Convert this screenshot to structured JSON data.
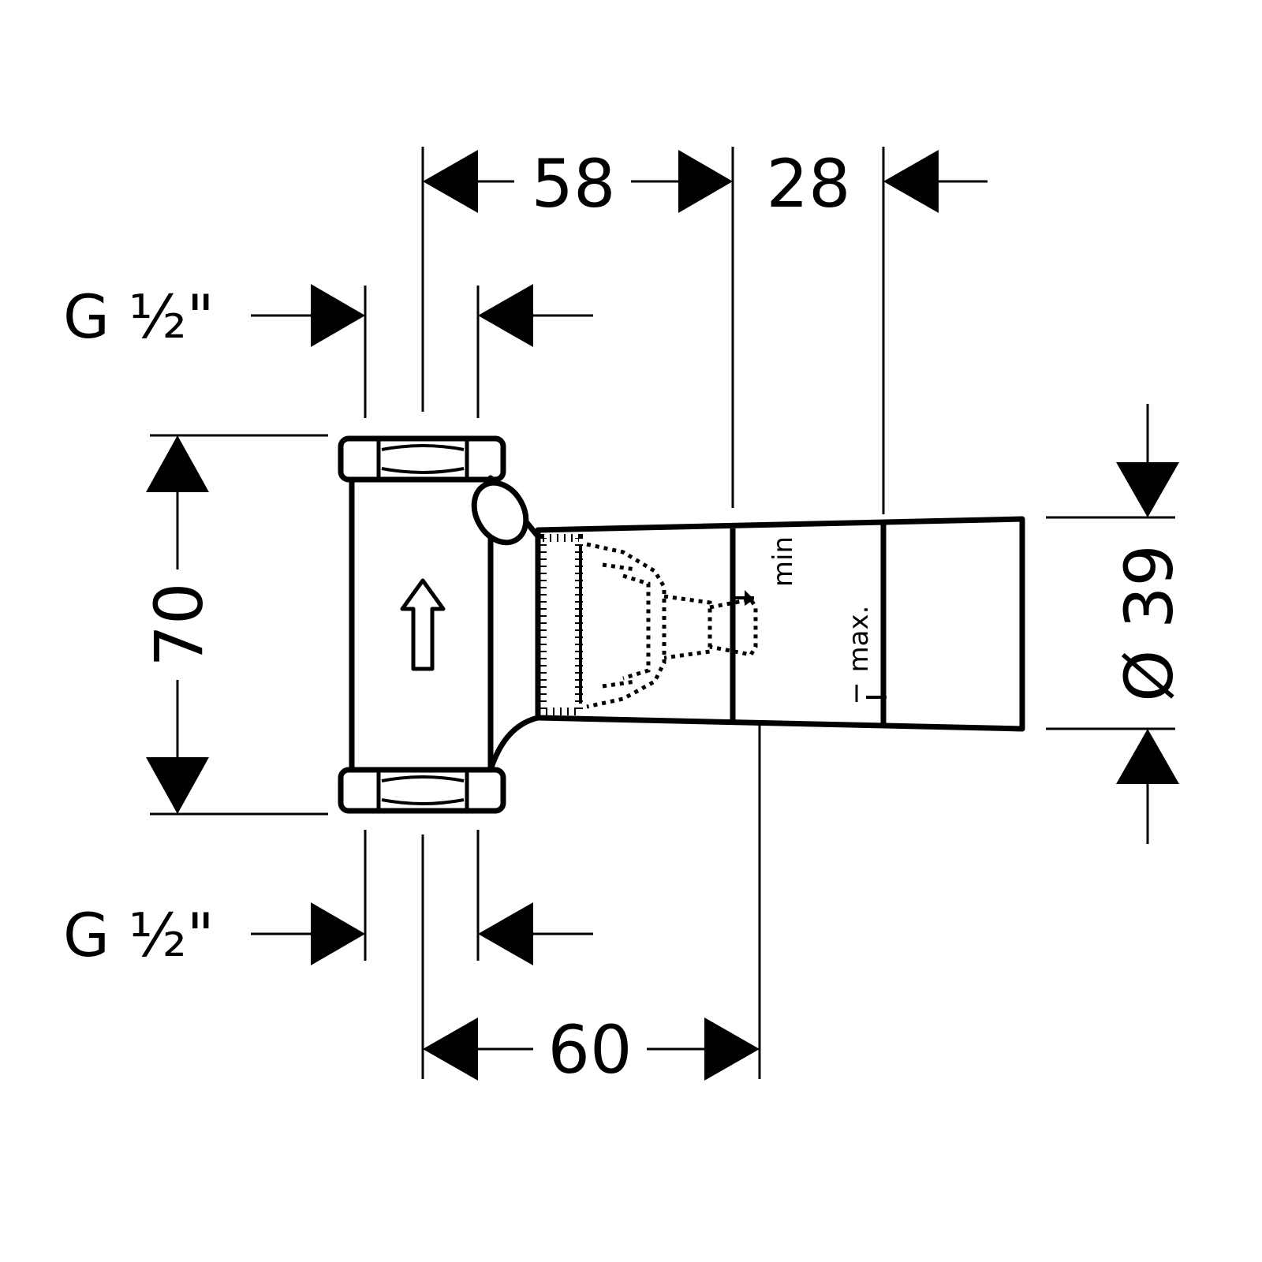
{
  "diagram": {
    "dimensions": {
      "top_left": "58",
      "top_right": "28",
      "bottom": "60",
      "height": "70",
      "diameter": "Ø 39"
    },
    "threads": {
      "top": "G ½\"",
      "bottom": "G ½\""
    },
    "markers": {
      "min": "min",
      "max": "max."
    },
    "flow_direction": "up"
  }
}
